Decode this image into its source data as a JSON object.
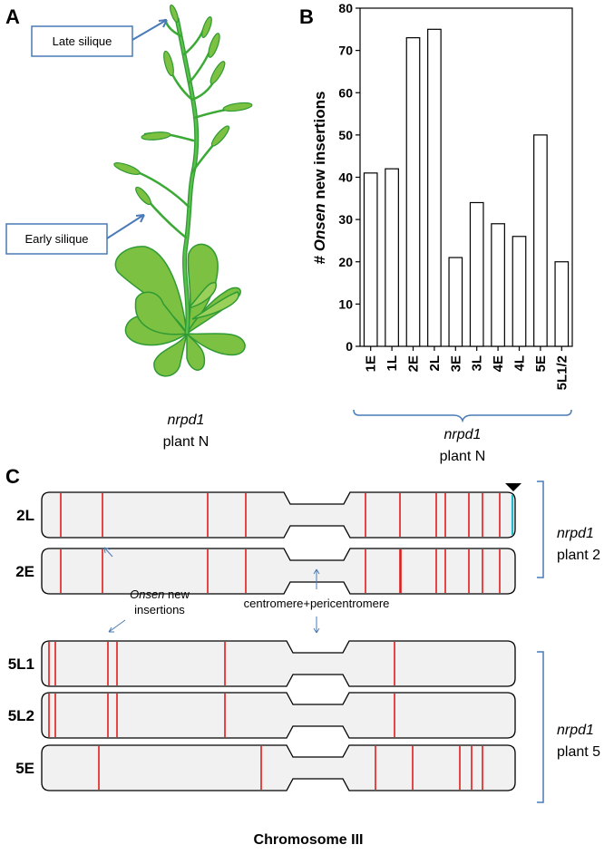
{
  "panel_a": {
    "letter": "A",
    "late_label": "Late silique",
    "early_label": "Early silique",
    "caption_line1": "nrpd1",
    "caption_line2": "plant N"
  },
  "panel_b": {
    "letter": "B",
    "group_label_line1": "nrpd1",
    "group_label_line2": "plant N"
  },
  "chart_data": {
    "type": "bar",
    "categories": [
      "1E",
      "1L",
      "2E",
      "2L",
      "3E",
      "3L",
      "4E",
      "4L",
      "5E",
      "5L1/2"
    ],
    "values": [
      41,
      42,
      73,
      75,
      21,
      34,
      29,
      26,
      50,
      20
    ],
    "ylabel_prefix": "# ",
    "ylabel_italic": "Onsen",
    "ylabel_suffix": " new insertions",
    "ylim": [
      0,
      80
    ],
    "yticks": [
      0,
      10,
      20,
      30,
      40,
      50,
      60,
      70,
      80
    ],
    "bar_color": "#ffffff",
    "edge_color": "#000000"
  },
  "panel_c": {
    "letter": "C",
    "annotation_italic": "Onsen",
    "annotation_rest": " new",
    "annotation_line2": "insertions",
    "centromere_label": "centromere+pericentromere",
    "plant2_line1": "nrpd1",
    "plant2_line2": "plant 2",
    "plant5_line1": "nrpd1",
    "plant5_line2": "plant 5",
    "footer": "Chromosome III",
    "chromosomes": [
      {
        "label": "2L",
        "marker": true,
        "insertions": [
          67,
          113,
          229,
          271,
          403,
          441,
          481,
          491,
          517,
          532,
          551
        ]
      },
      {
        "label": "2E",
        "marker": false,
        "insertions": [
          67,
          113,
          229,
          271,
          403,
          441,
          442,
          481,
          491,
          517,
          532,
          551
        ]
      },
      {
        "label": "5L1",
        "marker": false,
        "insertions": [
          54,
          61,
          119,
          129,
          248,
          435
        ]
      },
      {
        "label": "5L2",
        "marker": false,
        "insertions": [
          54,
          61,
          119,
          129,
          248,
          435
        ]
      },
      {
        "label": "5E",
        "marker": false,
        "insertions": [
          109,
          288,
          414,
          455,
          507,
          520,
          532
        ]
      }
    ]
  },
  "colors": {
    "accent_blue": "#4a7ab7",
    "insertion_red": "#e31b1b",
    "chromosome_fill": "#f1f1f1",
    "plant_stem": "#3aaa35",
    "leaf_fill": "#7cc142",
    "leaf_edge": "#2f9a33",
    "marker_cyan": "#20b8c8"
  }
}
